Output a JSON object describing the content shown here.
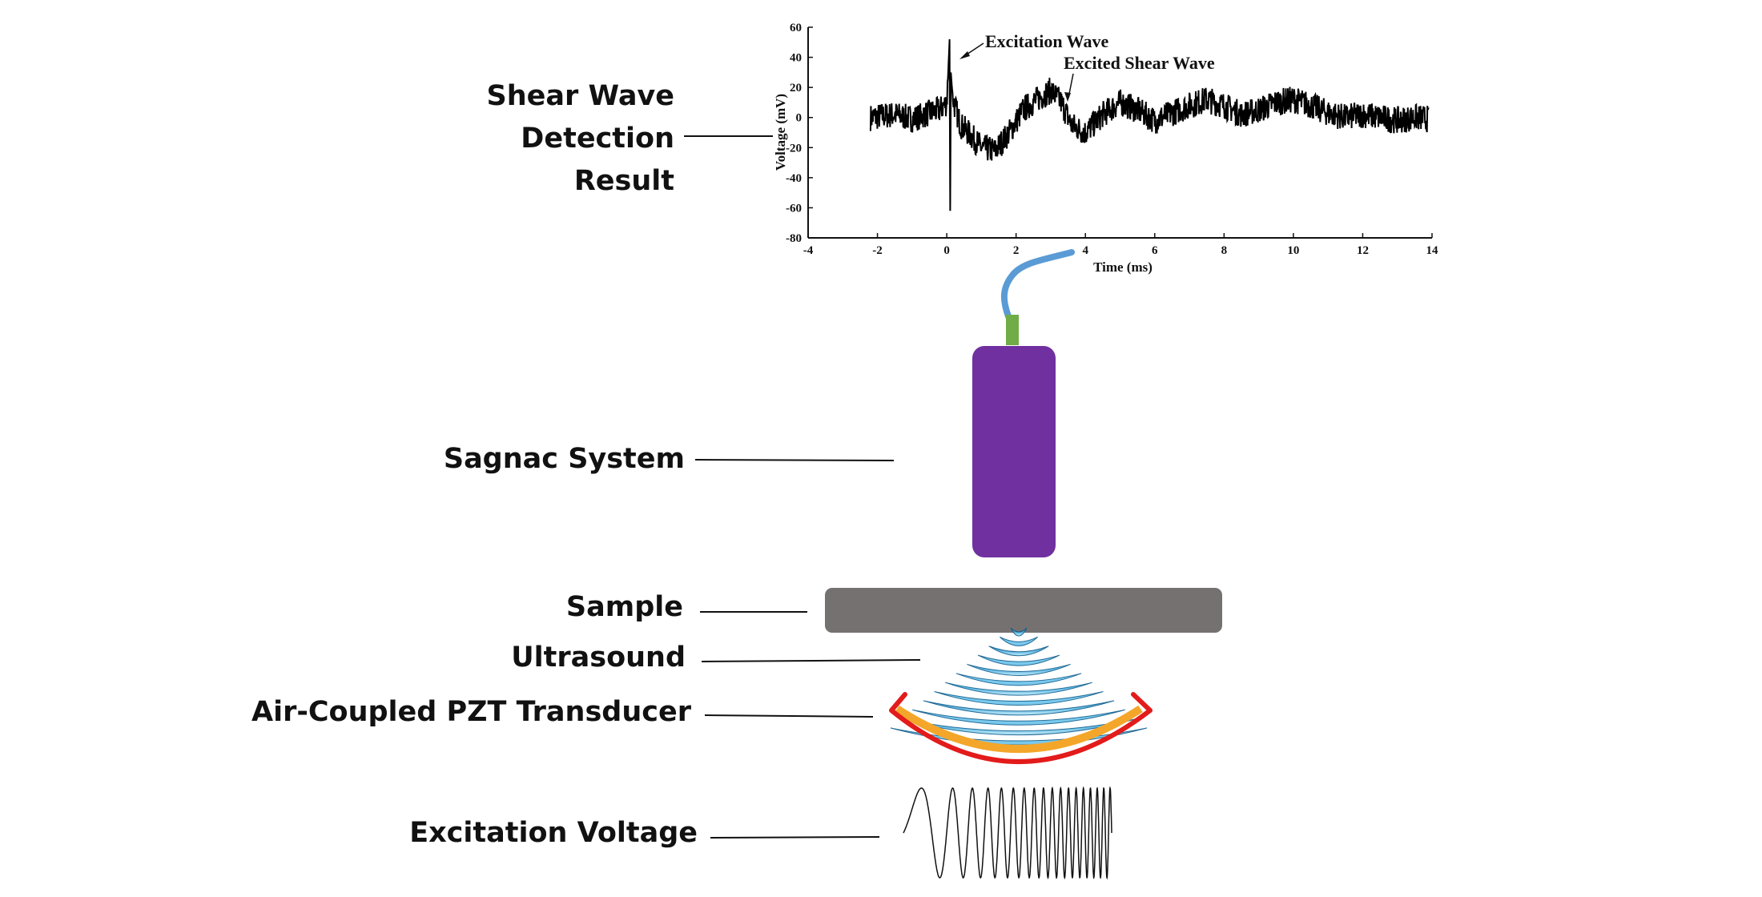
{
  "labels": {
    "shear_wave_line1": "Shear Wave",
    "shear_wave_line2": "Detection",
    "shear_wave_line3": "Result",
    "sagnac": "Sagnac System",
    "sample": "Sample",
    "ultrasound": "Ultrasound",
    "transducer": "Air-Coupled PZT Transducer",
    "excitation_voltage": "Excitation Voltage"
  },
  "colors": {
    "sagnac_body": "#7030a0",
    "connector": "#70ad47",
    "cable": "#5b9bd5",
    "sample": "#767171",
    "transducer_shell": "#e31b1b",
    "transducer_element": "#f4a62a",
    "ultrasound": "#2e9fd8"
  },
  "chart_data": {
    "type": "line",
    "xlabel": "Time (ms)",
    "ylabel": "Voltage (mV)",
    "xlim": [
      -4,
      14
    ],
    "ylim": [
      -80,
      60
    ],
    "xticks": [
      -4,
      -2,
      0,
      2,
      4,
      6,
      8,
      10,
      12,
      14
    ],
    "yticks": [
      60,
      40,
      20,
      0,
      -20,
      -40,
      -60,
      -80
    ],
    "xtick_labels": [
      "-4",
      "-2",
      "0",
      "2",
      "4",
      "6",
      "8",
      "10",
      "12",
      "14"
    ],
    "ytick_labels": [
      "60",
      "40",
      "20",
      "0",
      "-20",
      "-40",
      "-60",
      "-80"
    ],
    "series": [
      {
        "x": [
          -2.2,
          -1.5,
          -1.0,
          -0.5,
          -0.2,
          0.0,
          0.05,
          0.08,
          0.1,
          0.12,
          0.15,
          0.2,
          0.4,
          0.7,
          1.0,
          1.4,
          1.8,
          2.2,
          2.6,
          3.0,
          3.3,
          3.6,
          4.0,
          4.5,
          5.0,
          5.5,
          6.0,
          6.5,
          7.0,
          7.5,
          8.0,
          8.5,
          9.0,
          9.5,
          10.0,
          10.5,
          11.0,
          11.5,
          12.0,
          12.5,
          13.0,
          13.5,
          13.9
        ],
        "y": [
          0,
          2,
          -1,
          3,
          5,
          10,
          35,
          50,
          -62,
          30,
          20,
          10,
          -5,
          -12,
          -20,
          -22,
          -10,
          5,
          12,
          18,
          10,
          -5,
          -10,
          2,
          10,
          5,
          -2,
          3,
          8,
          12,
          8,
          2,
          5,
          10,
          12,
          8,
          3,
          0,
          2,
          0,
          -2,
          0,
          -1
        ]
      }
    ],
    "annotations": [
      {
        "text": "Excitation Wave",
        "x": 0.1,
        "y": 40
      },
      {
        "text": "Excited Shear Wave",
        "x": 3.4,
        "y": 12
      }
    ]
  }
}
